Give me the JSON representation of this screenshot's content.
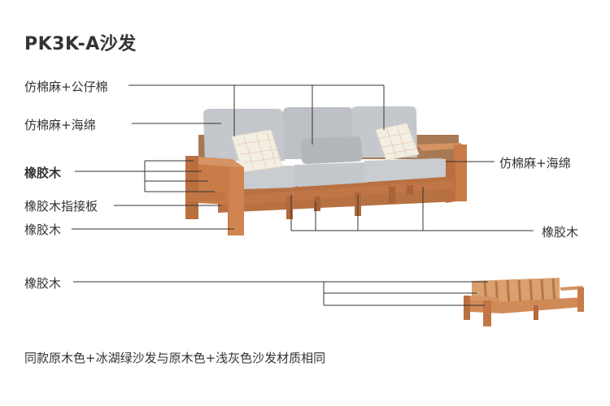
{
  "title": "PK3K-A沙发",
  "labels": {
    "back_cushion": "仿棉麻+公仔棉",
    "seat_cushion": "仿棉麻+海绵",
    "armrest": "橡胶木",
    "finger_joint_board": "橡胶木指接板",
    "leg": "橡胶木",
    "right_cushion": "仿棉麻+海绵",
    "right_base": "橡胶木",
    "frame_view": "橡胶木"
  },
  "footer": "同款原木色+冰湖绿沙发与原木色+浅灰色沙发材质相同",
  "colors": {
    "wood": "#c8804a",
    "wood_dark": "#a8653a",
    "cushion": "#b9bcc1",
    "pillow": "#f4efe6"
  }
}
